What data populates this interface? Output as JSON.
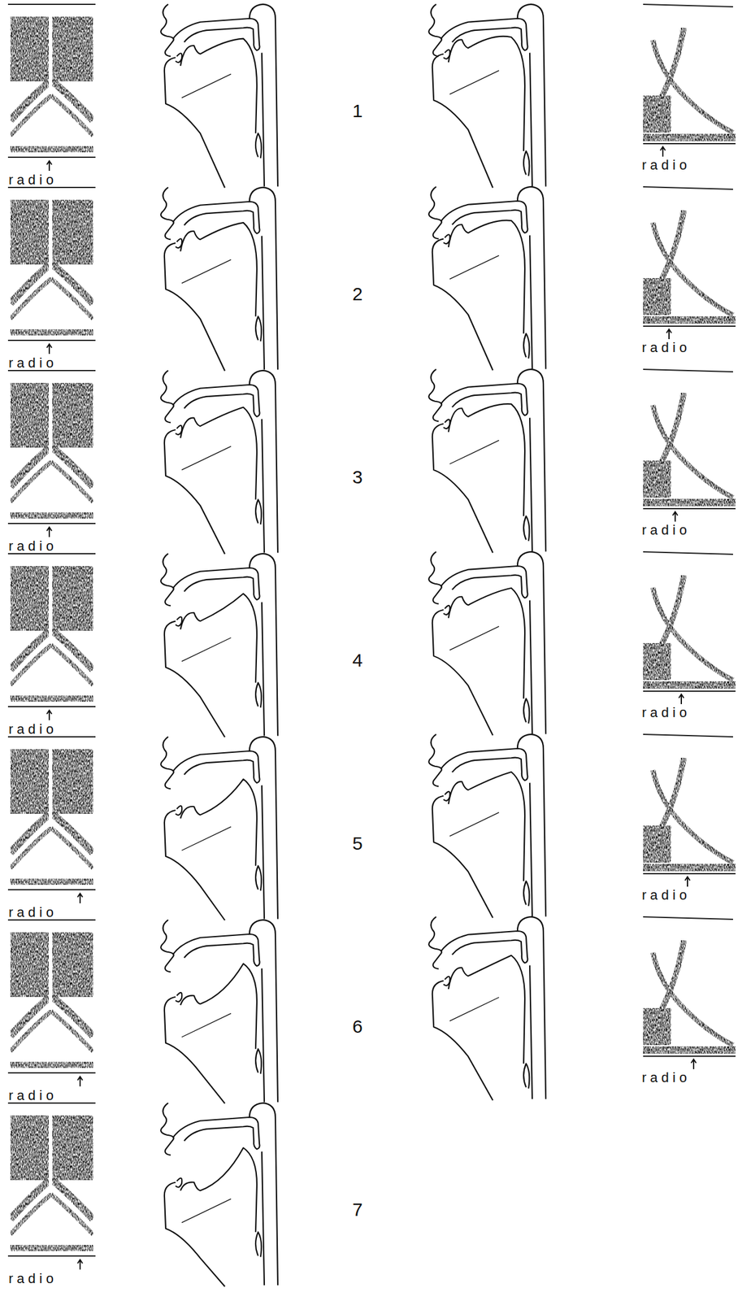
{
  "diagram": {
    "labels": [
      "radio",
      "1",
      "radio",
      "radio",
      "2",
      "radio",
      "radio",
      "3",
      "radio",
      "radio",
      "4",
      "radio",
      "radio",
      "5",
      "radio",
      "radio",
      "6",
      "radio",
      "radio",
      "7"
    ]
  }
}
